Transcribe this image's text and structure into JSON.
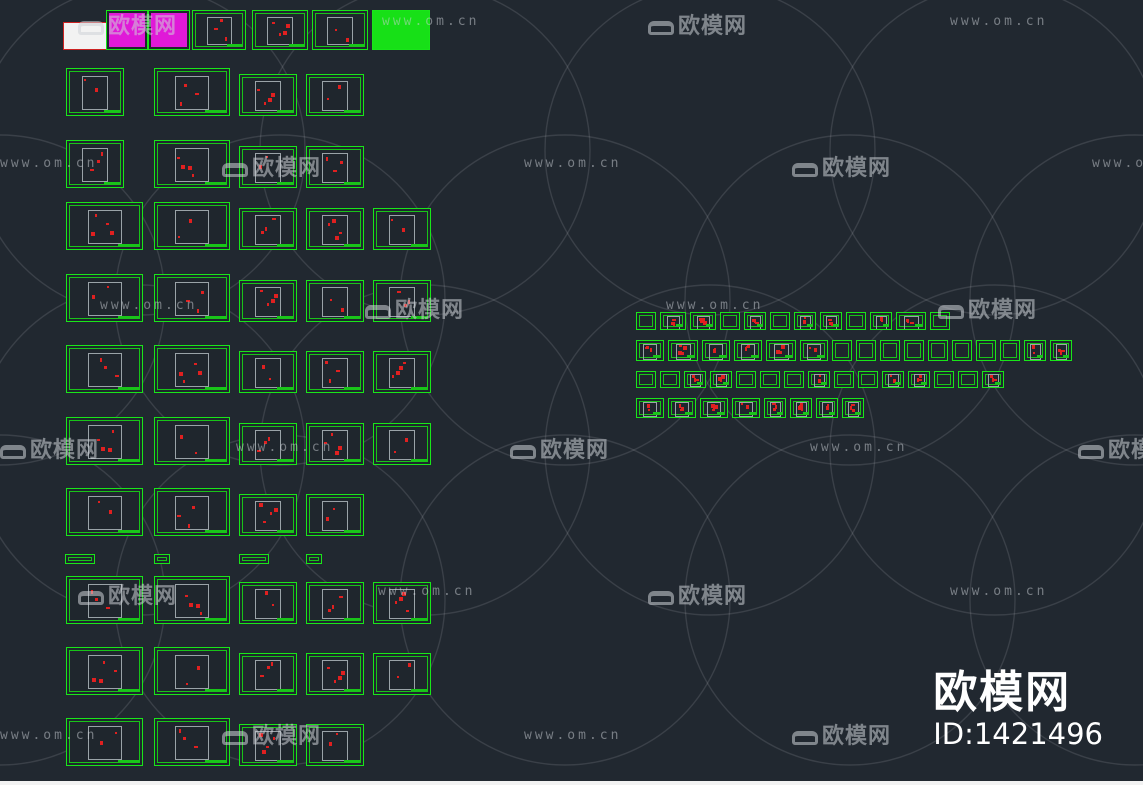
{
  "watermark": {
    "logo_text": "欧模网",
    "url_text": "www.om.cn"
  },
  "brand": {
    "title": "欧模网",
    "id_label": "ID:1421496"
  },
  "colors": {
    "background": "#212830",
    "sheet_border": "#19e619",
    "accent_red": "#e02020",
    "magenta": "#e019d8",
    "watermark": "#cdd2d7"
  },
  "icons": {
    "watermark_logo": "sofa-icon"
  }
}
